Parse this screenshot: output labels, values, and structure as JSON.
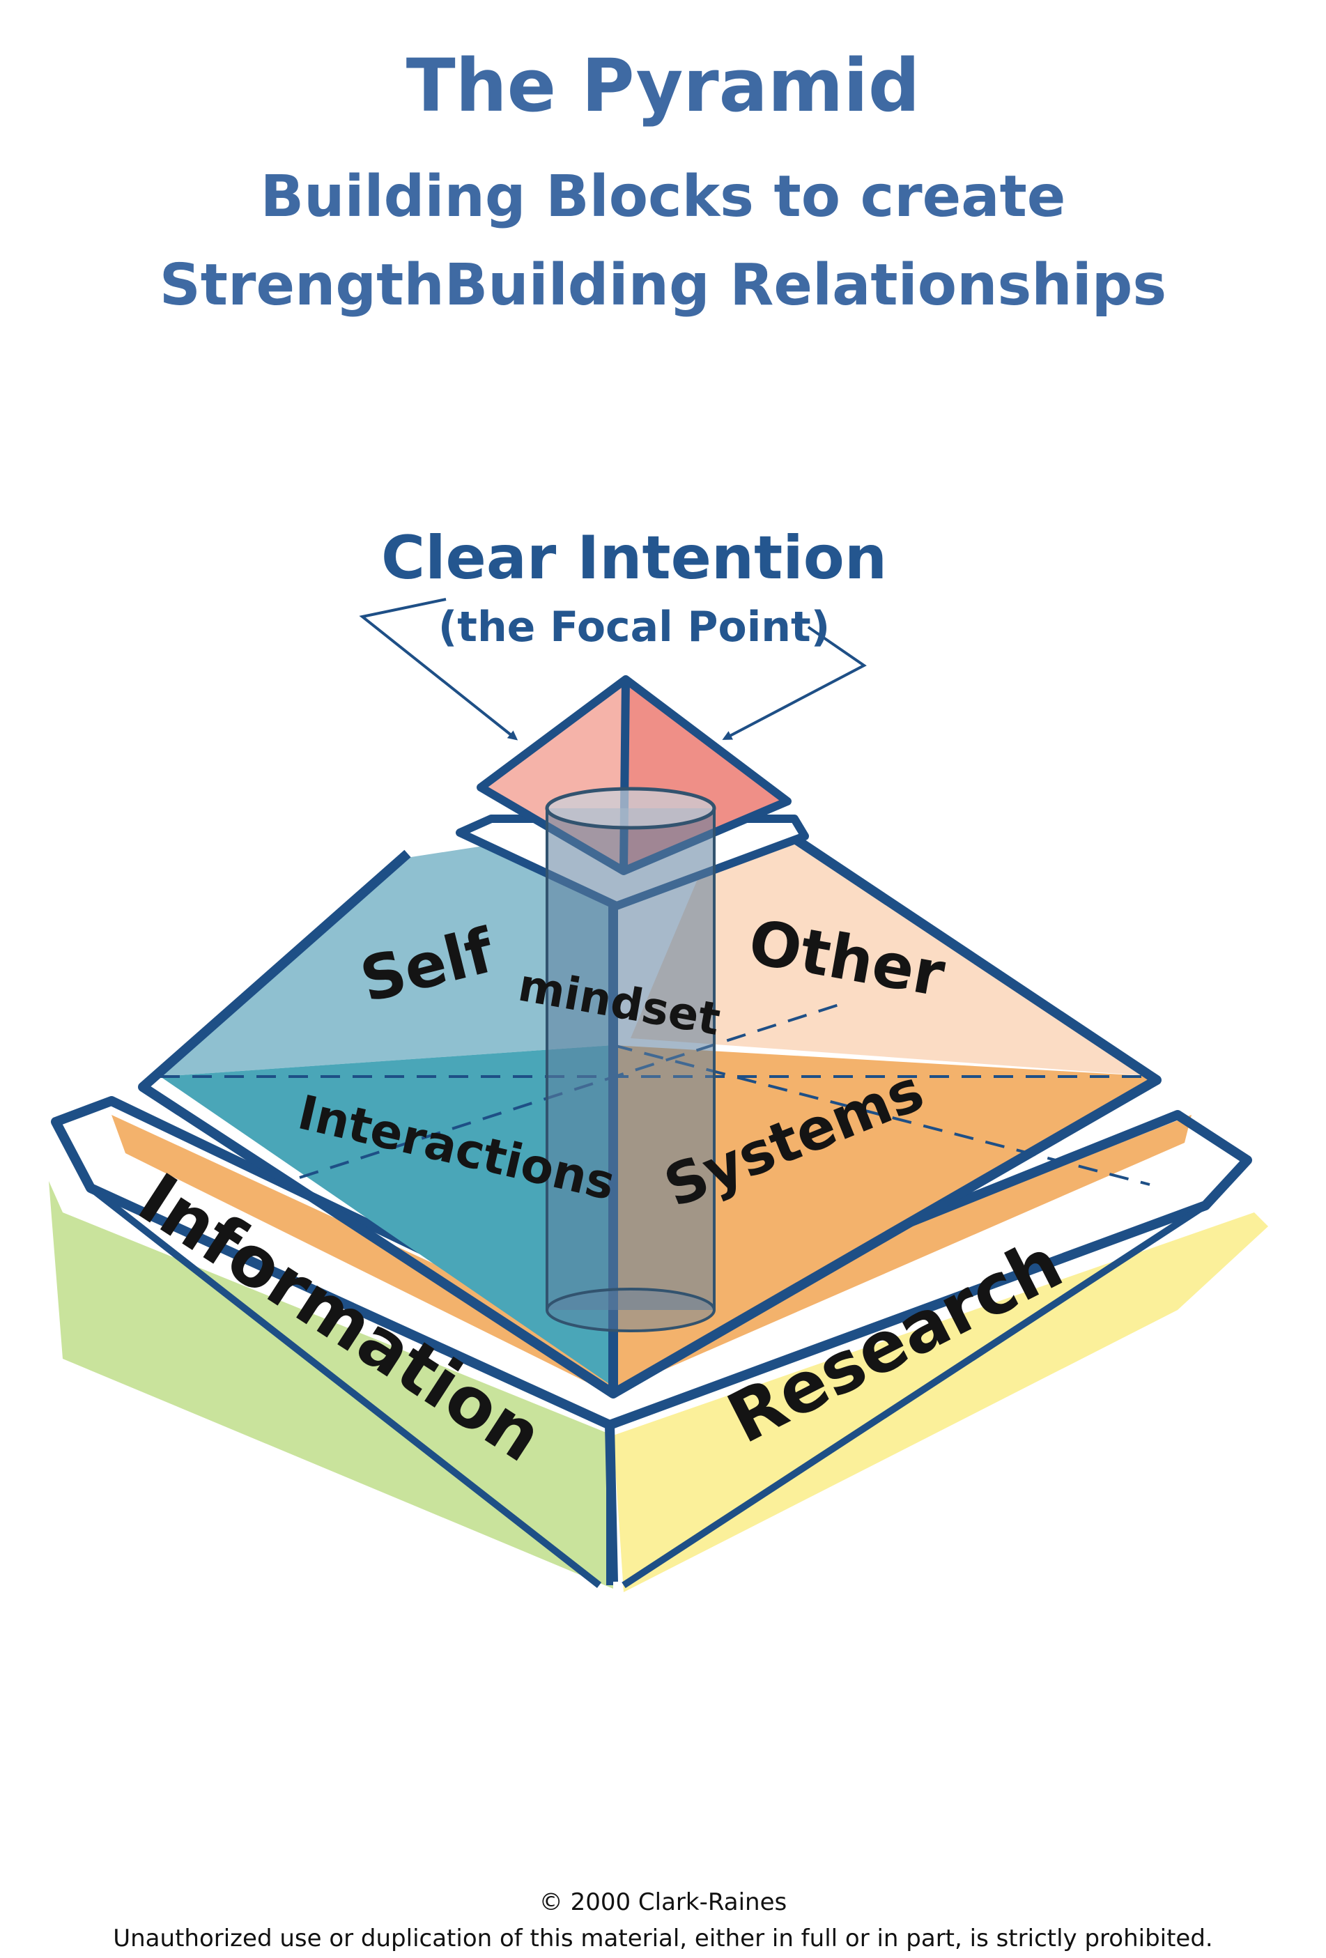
{
  "header": {
    "title": "The Pyramid",
    "subtitle_line1": "Building Blocks to create",
    "subtitle_line2": "StrengthBuilding Relationships"
  },
  "diagram": {
    "apex": {
      "label": "Clear Intention",
      "sublabel": "(the Focal Point)"
    },
    "pillar_label": "mindset",
    "faces": {
      "self": "Self",
      "other": "Other",
      "interactions": "Interactions",
      "systems": "Systems"
    },
    "base": {
      "left": "Information",
      "right": "Research"
    },
    "colors": {
      "outline": "#1e4f86",
      "apex_pink": "#ef8f87",
      "self_face": "#8fc0d0",
      "interactions_face": "#4aa6b8",
      "other_face": "#fbdcc4",
      "systems_face": "#f3b26c",
      "base_green": "#c9e39c",
      "base_yellow": "#fbf09a",
      "pillar": "#5f7f9f",
      "title_blue": "#3f6aa3"
    },
    "icons": [
      "arrow-left-icon",
      "arrow-right-icon"
    ]
  },
  "footer": {
    "copyright": "© 2000 Clark-Raines",
    "notice": "Unauthorized use or duplication of this material, either in full or in part, is strictly prohibited."
  }
}
